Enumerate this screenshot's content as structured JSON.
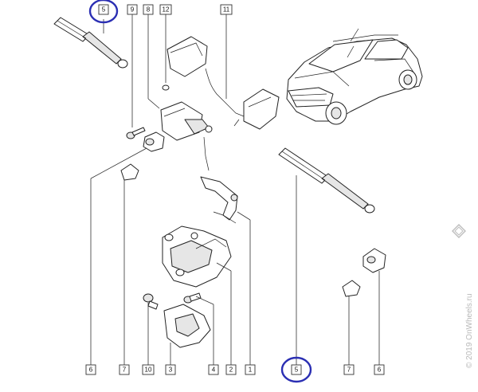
{
  "callouts": {
    "top_5": "5",
    "top_9": "9",
    "top_8": "8",
    "top_12": "12",
    "top_11": "11",
    "bottom_6a": "6",
    "bottom_7a": "7",
    "bottom_10": "10",
    "bottom_3": "3",
    "bottom_4": "4",
    "bottom_2": "2",
    "bottom_1": "1",
    "bottom_5": "5",
    "bottom_7b": "7",
    "bottom_6b": "6"
  },
  "highlighted_callouts": [
    "5"
  ],
  "highlight_color": "#2b2fb3",
  "watermark": {
    "text": "© 2019 OnWheels.ru",
    "logo_text": "RENAULT"
  }
}
